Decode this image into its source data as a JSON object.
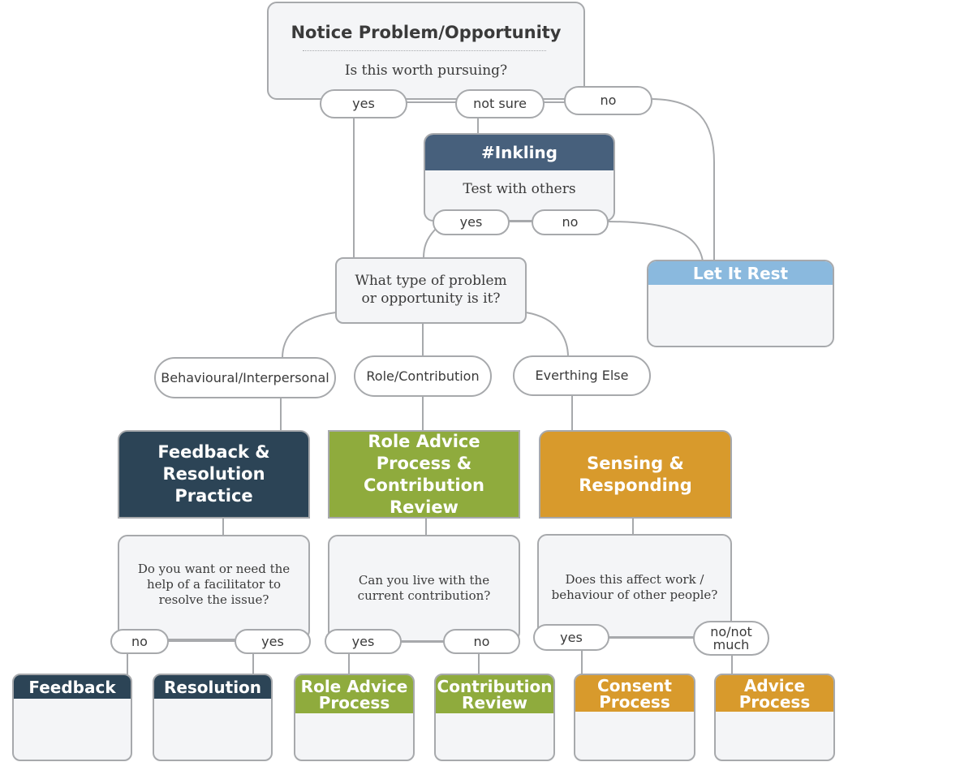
{
  "colors": {
    "navy": "#2c4456",
    "slate": "#47607c",
    "green": "#8fab3d",
    "orange": "#d89a2c",
    "light_blue": "#8ab9de",
    "line": "#a7a9ac"
  },
  "top": {
    "title": "Notice Problem/Opportunity",
    "question": "Is this worth pursuing?",
    "yes": "yes",
    "not_sure": "not sure",
    "no": "no"
  },
  "inkling": {
    "title": "#Inkling",
    "question": "Test with others",
    "yes": "yes",
    "no": "no"
  },
  "let_it_rest": {
    "title": "Let It Rest"
  },
  "type_question": {
    "line1": "What type of problem",
    "line2": "or opportunity is it?"
  },
  "categories": {
    "behavioural": "Behavioural/Interpersonal",
    "role": "Role/Contribution",
    "else": "Everthing Else"
  },
  "practices": {
    "feedback": {
      "line1": "Feedback &",
      "line2": "Resolution",
      "line3": "Practice"
    },
    "role": {
      "line1": "Role Advice",
      "line2": "Process &",
      "line3": "Contribution Review"
    },
    "sensing": {
      "line1": "Sensing &",
      "line2": "Responding"
    }
  },
  "questions": {
    "facilitator": {
      "line1": "Do you want or need the",
      "line2": "help of a facilitator to",
      "line3": "resolve the issue?",
      "no": "no",
      "yes": "yes"
    },
    "live_with": {
      "line1": "Can you live with the",
      "line2": "current contribution?",
      "yes": "yes",
      "no": "no"
    },
    "affect": {
      "line1": "Does this affect work /",
      "line2": "behaviour of other people?",
      "yes": "yes",
      "no_line1": "no/not",
      "no_line2": "much"
    }
  },
  "outcomes": {
    "feedback": {
      "line1": "Feedback"
    },
    "resolution": {
      "line1": "Resolution"
    },
    "role_advice": {
      "line1": "Role Advice",
      "line2": "Process"
    },
    "contribution": {
      "line1": "Contribution",
      "line2": "Review"
    },
    "consent": {
      "line1": "Consent",
      "line2": "Process"
    },
    "advice": {
      "line1": "Advice",
      "line2": "Process"
    }
  }
}
